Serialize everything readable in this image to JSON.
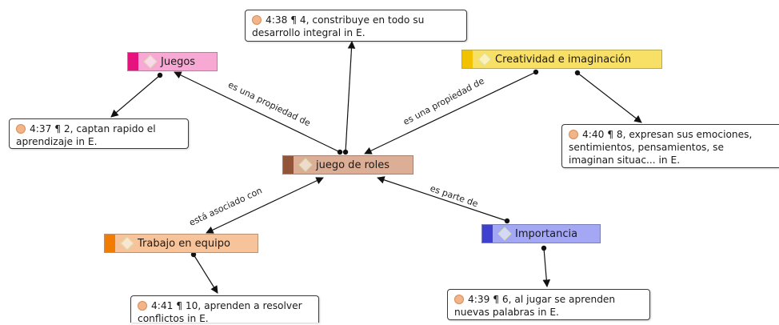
{
  "codes": {
    "juegos": {
      "label": "Juegos",
      "bar": "#e6137f",
      "fill": "#f7a9d3"
    },
    "creatividad": {
      "label": "Creatividad e imaginación",
      "bar": "#f2c200",
      "fill": "#f8e067"
    },
    "juego_roles": {
      "label": "juego de roles",
      "bar": "#93553a",
      "fill": "#dcae95"
    },
    "trabajo": {
      "label": "Trabajo en equipo",
      "bar": "#f27c00",
      "fill": "#f7c39a"
    },
    "importancia": {
      "label": "Importancia",
      "bar": "#3f3fd0",
      "fill": "#a4a8f4"
    }
  },
  "quotes": {
    "q4_38": {
      "lines": [
        "4:38 ¶ 4, constribuye en todo su",
        "desarrollo integral in E."
      ]
    },
    "q4_37": {
      "lines": [
        "4:37 ¶ 2, captan rapido el",
        "aprendizaje in E."
      ]
    },
    "q4_40": {
      "lines": [
        "4:40 ¶ 8, expresan sus emociones,",
        "sentimientos, pensamientos, se",
        "imaginan situac... in E."
      ]
    },
    "q4_41": {
      "lines": [
        "4:41 ¶ 10, aprenden a resolver",
        "conflictos in E."
      ]
    },
    "q4_39": {
      "lines": [
        "4:39 ¶ 6, al jugar se aprenden",
        "nuevas palabras in E."
      ]
    }
  },
  "relations": {
    "juegos_prop": "es una propiedad de",
    "creatividad_prop": "es una propiedad de",
    "trabajo_assoc": "está asociado con",
    "importancia_part": "es parte de"
  },
  "colors": {
    "link": "#111111",
    "quote_icon": "#f2b58a",
    "code_diamond": "#d2e2a6"
  }
}
